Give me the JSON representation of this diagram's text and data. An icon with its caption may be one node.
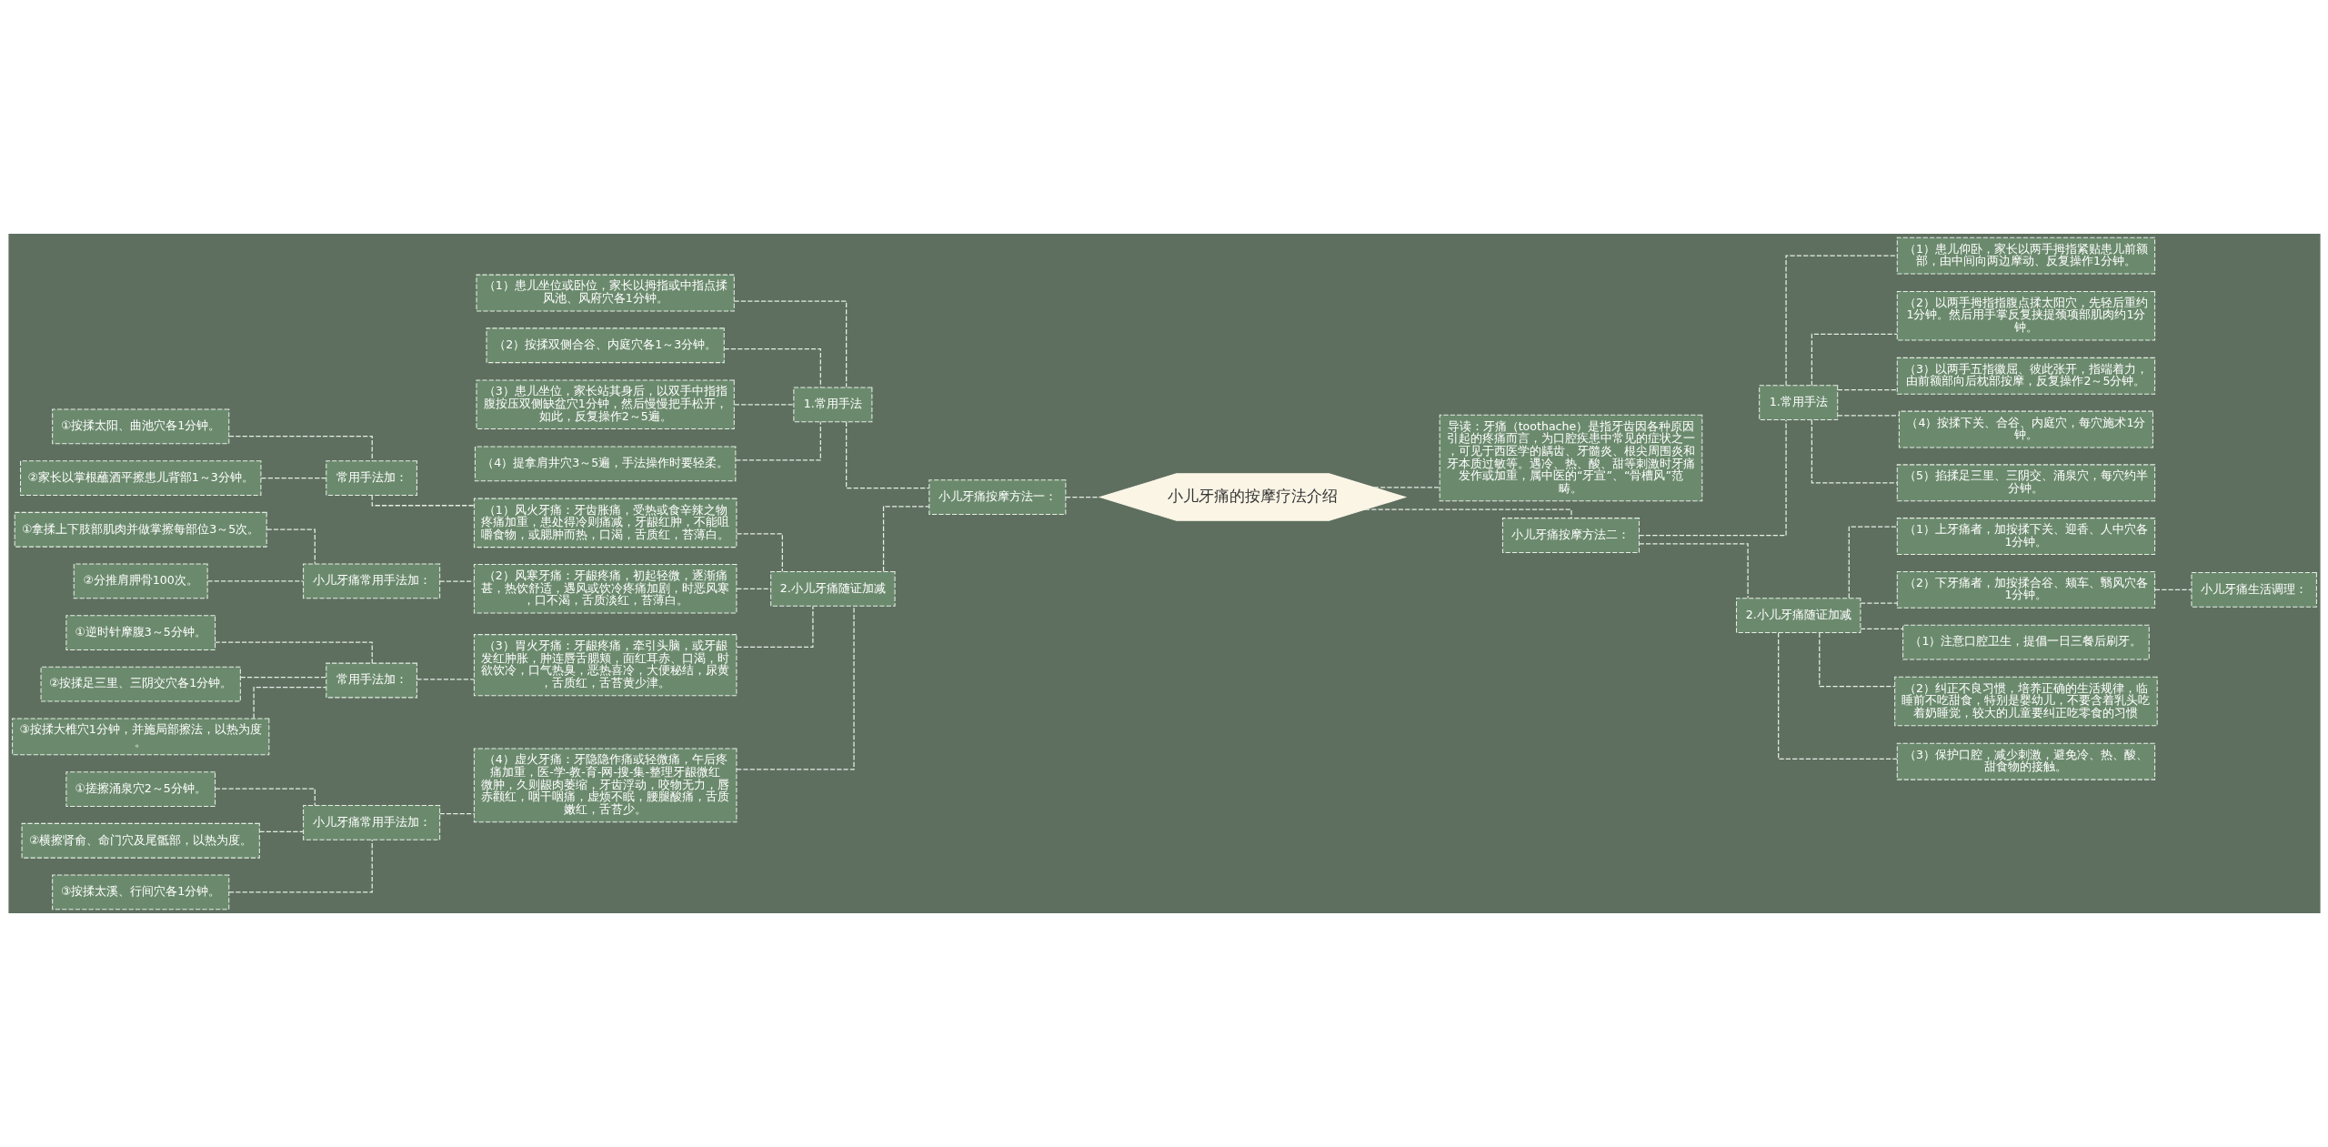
{
  "diagram": {
    "nodes": [
      {
        "text": [
          "小儿牙痛的按摩疗法介绍"
        ]
      },
      {
        "text": [
          "小儿牙痛按摩方法一："
        ]
      },
      {
        "text": [
          "1.常用手法"
        ]
      },
      {
        "text": [
          "（1）患儿坐位或卧位，家长以拇指或中指点揉风池、风府穴各1分钟。"
        ]
      },
      {
        "text": [
          "（2）按揉双侧合谷、内庭穴各1～3分钟。"
        ]
      },
      {
        "text": [
          "（3）患儿坐位，家长站其身后，以双手中指指腹按压双侧缺盆穴1分钟，然后慢慢把手松开，如此，反复操作2～5遍。"
        ]
      },
      {
        "text": [
          "（4）提拿肩井穴3～5遍，手法操作时要轻柔。"
        ]
      },
      {
        "text": [
          "2.小儿牙痛随证加减"
        ]
      },
      {
        "text": [
          "（1）风火牙痛：牙齿胀痛，受热或食辛辣之物疼痛加重，患处得冷则痛减，牙龈红肿，不能咀嚼食物，或腮肿而热，口渴，舌质红，苔薄白。"
        ]
      },
      {
        "text": [
          "常用手法加："
        ]
      },
      {
        "text": [
          "①按揉太阳、曲池穴各1分钟。"
        ]
      },
      {
        "text": [
          "②家长以掌根蘸酒平擦患儿背部1～3分钟。"
        ]
      },
      {
        "text": [
          "（2）风寒牙痛：牙龈疼痛，初起轻微，逐渐痛甚，热饮舒适，遇风或饮冷疼痛加剧，时恶风寒，口不渴，舌质淡红，苔薄白。"
        ]
      },
      {
        "text": [
          "小儿牙痛常用手法加："
        ]
      },
      {
        "text": [
          "①拿揉上下肢部肌肉并做掌擦每部位3～5次。"
        ]
      },
      {
        "text": [
          "②分推肩胛骨100次。"
        ]
      },
      {
        "text": [
          "（3）胃火牙痛：牙龈疼痛，牵引头脑，或牙龈发红肿胀，肿连唇舌腮颊，面红耳赤、口渴，时欲饮冷，口气热臭，恶热喜冷，大便秘结，尿黄，舌质红，舌苔黄少津。"
        ]
      },
      {
        "text": [
          "常用手法加："
        ]
      },
      {
        "text": [
          "①逆时针摩腹3～5分钟。"
        ]
      },
      {
        "text": [
          "②按揉足三里、三阴交穴各1分钟。"
        ]
      },
      {
        "text": [
          "③按揉大椎穴1分钟，并施局部擦法，以热为度。"
        ]
      },
      {
        "text": [
          "（4）虚火牙痛：牙隐隐作痛或轻微痛，午后疼痛加重，医-学-教-育-网-搜-集-整理牙龈微红微肿，久则龈肉萎缩，牙齿浮动，咬物无力，唇赤颧红，咽干咽痛，虚烦不眠，腰腿酸痛，舌质嫩红，舌苔少。"
        ]
      },
      {
        "text": [
          "小儿牙痛常用手法加："
        ]
      },
      {
        "text": [
          "①搓擦涌泉穴2～5分钟。"
        ]
      },
      {
        "text": [
          "②横擦肾俞、命门穴及尾骶部，以热为度。"
        ]
      },
      {
        "text": [
          "③按揉太溪、行间穴各1分钟。"
        ]
      },
      {
        "text": [
          "导读：牙痛（toothache）是指牙齿因各种原因引起的疼痛而言，为口腔疾患中常见的症状之一，可见于西医学的龋齿、牙髓炎、根尖周围炎和牙本质过敏等。遇冷、热、酸、甜等刺激时牙痛发作或加重，属中医的“牙宣”、“骨槽风”范畴。"
        ]
      },
      {
        "text": [
          "小儿牙痛按摩方法二："
        ]
      },
      {
        "text": [
          "1.常用手法"
        ]
      },
      {
        "text": [
          "（1）患儿仰卧，家长以两手拇指紧贴患儿前额部，由中间向两边摩动、反复操作1分钟。"
        ]
      },
      {
        "text": [
          "（2）以两手拇指指腹点揉太阳穴，先轻后重约1分钟。然后用手掌反复挟提颈项部肌肉约1分钟。"
        ]
      },
      {
        "text": [
          "（3）以两手五指徽屈、彼此张开，指端着力，由前额部向后枕部按摩，反复操作2～5分钟。"
        ]
      },
      {
        "text": [
          "（4）按揉下关、合谷、内庭穴，每穴施术1分钟。"
        ]
      },
      {
        "text": [
          "（5）掐揉足三里、三阴交、涌泉穴，每穴约半分钟。"
        ]
      },
      {
        "text": [
          "2.小儿牙痛随证加减"
        ]
      },
      {
        "text": [
          "（1）上牙痛者，加按揉下关、迎香、人中穴各1分钟。"
        ]
      },
      {
        "text": [
          "（2）下牙痛者，加按揉合谷、颊车、翳风穴各1分钟。"
        ]
      },
      {
        "text": [
          "小儿牙痛生活调理："
        ]
      },
      {
        "text": [
          "（1）注意口腔卫生，提倡一日三餐后刷牙。"
        ]
      },
      {
        "text": [
          "（2）纠正不良习惯，培养正确的生活规律，临睡前不吃甜食，特别是婴幼儿，不要含着乳头吃着奶睡觉，较大的儿童要纠正吃零食的习惯"
        ]
      },
      {
        "text": [
          "（3）保护口腔，减少刺激，避免冷、热、酸、甜食物的接触。"
        ]
      }
    ],
    "edges": [
      {
        "from": 0,
        "to": 1,
        "arrow": "none"
      },
      {
        "from": 1,
        "to": 2,
        "arrow": "none"
      },
      {
        "from": 2,
        "to": 3,
        "arrow": "none"
      },
      {
        "from": 2,
        "to": 4,
        "arrow": "none"
      },
      {
        "from": 2,
        "to": 5,
        "arrow": "none"
      },
      {
        "from": 2,
        "to": 6,
        "arrow": "none"
      },
      {
        "from": 1,
        "to": 7,
        "arrow": "none"
      },
      {
        "from": 7,
        "to": 8,
        "arrow": "none"
      },
      {
        "from": 8,
        "to": 9,
        "arrow": "none"
      },
      {
        "from": 9,
        "to": 10,
        "arrow": "none"
      },
      {
        "from": 9,
        "to": 11,
        "arrow": "none"
      },
      {
        "from": 7,
        "to": 12,
        "arrow": "none"
      },
      {
        "from": 12,
        "to": 13,
        "arrow": "none"
      },
      {
        "from": 13,
        "to": 14,
        "arrow": "none"
      },
      {
        "from": 13,
        "to": 15,
        "arrow": "none"
      },
      {
        "from": 7,
        "to": 16,
        "arrow": "none"
      },
      {
        "from": 16,
        "to": 17,
        "arrow": "none"
      },
      {
        "from": 17,
        "to": 18,
        "arrow": "none"
      },
      {
        "from": 17,
        "to": 19,
        "arrow": "none"
      },
      {
        "from": 17,
        "to": 20,
        "arrow": "none"
      },
      {
        "from": 7,
        "to": 21,
        "arrow": "none"
      },
      {
        "from": 21,
        "to": 22,
        "arrow": "none"
      },
      {
        "from": 22,
        "to": 23,
        "arrow": "none"
      },
      {
        "from": 22,
        "to": 24,
        "arrow": "none"
      },
      {
        "from": 22,
        "to": 25,
        "arrow": "none"
      },
      {
        "from": 0,
        "to": 26,
        "arrow": "none"
      },
      {
        "from": 0,
        "to": 27,
        "arrow": "none"
      },
      {
        "from": 27,
        "to": 28,
        "arrow": "none"
      },
      {
        "from": 28,
        "to": 29,
        "arrow": "none"
      },
      {
        "from": 28,
        "to": 30,
        "arrow": "none"
      },
      {
        "from": 28,
        "to": 31,
        "arrow": "none"
      },
      {
        "from": 28,
        "to": 32,
        "arrow": "none"
      },
      {
        "from": 28,
        "to": 33,
        "arrow": "none"
      },
      {
        "from": 27,
        "to": 34,
        "arrow": "none"
      },
      {
        "from": 34,
        "to": 35,
        "arrow": "none"
      },
      {
        "from": 34,
        "to": 36,
        "arrow": "none"
      },
      {
        "from": 36,
        "to": 37,
        "arrow": "none"
      },
      {
        "from": 34,
        "to": 38,
        "arrow": "none"
      },
      {
        "from": 34,
        "to": 39,
        "arrow": "none"
      },
      {
        "from": 34,
        "to": 40,
        "arrow": "none"
      }
    ]
  }
}
